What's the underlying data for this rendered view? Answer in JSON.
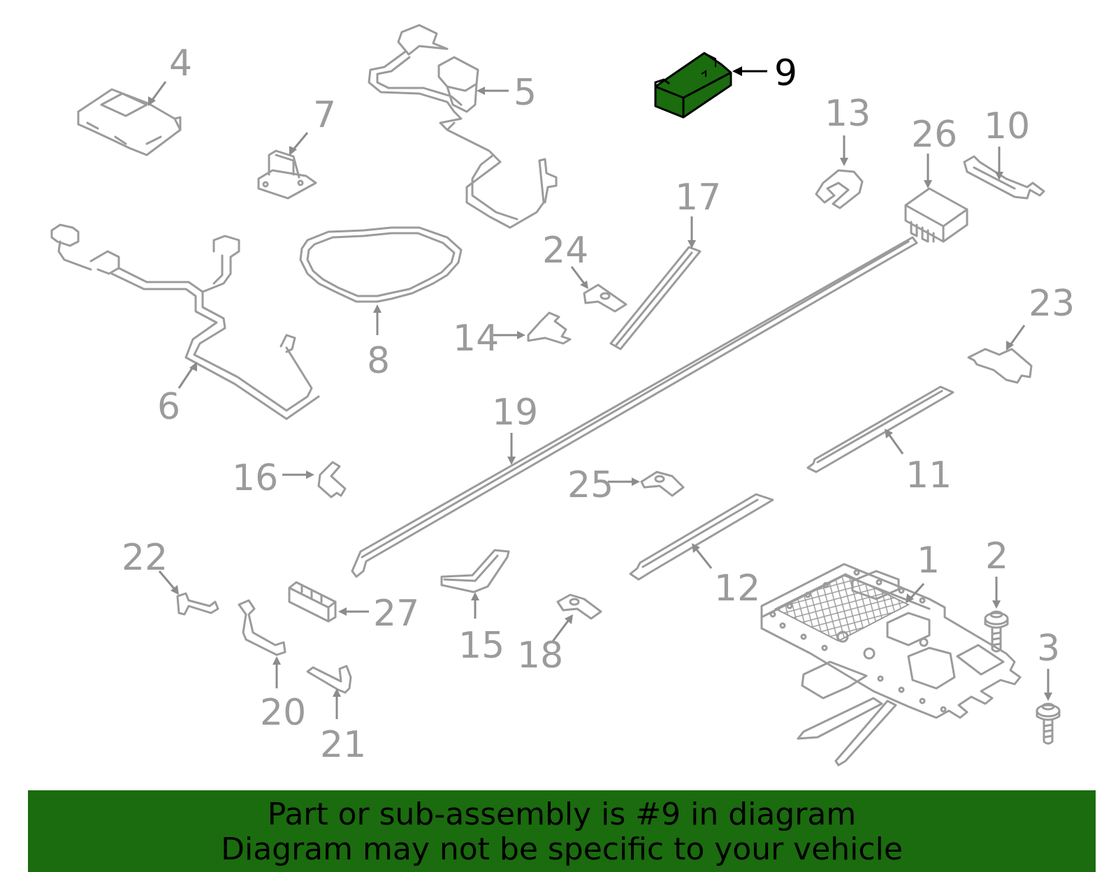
{
  "diagram": {
    "highlighted_part": "9",
    "highlight_color": "#1b6b0f",
    "part_line_color": "#9b9b9b",
    "callouts": [
      "1",
      "2",
      "3",
      "4",
      "5",
      "6",
      "7",
      "8",
      "9",
      "10",
      "11",
      "12",
      "13",
      "14",
      "15",
      "16",
      "17",
      "18",
      "19",
      "20",
      "21",
      "22",
      "23",
      "24",
      "25",
      "26",
      "27"
    ]
  },
  "banner": {
    "line1": "Part or sub-assembly is #9 in diagram",
    "line2": "Diagram may not be specific to your vehicle",
    "background": "#1b6b0f"
  }
}
